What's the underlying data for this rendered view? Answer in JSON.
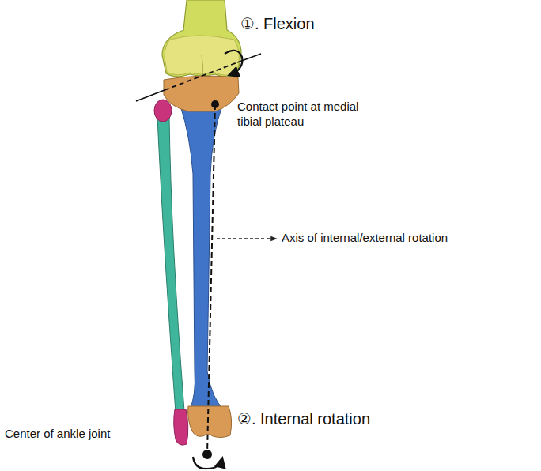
{
  "diagram": {
    "labels": [
      "①. Flexion",
      "Contact point at medial tibial plateau",
      "Axis of internal/external rotation",
      "②. Internal rotation",
      "Center of ankle joint"
    ]
  }
}
